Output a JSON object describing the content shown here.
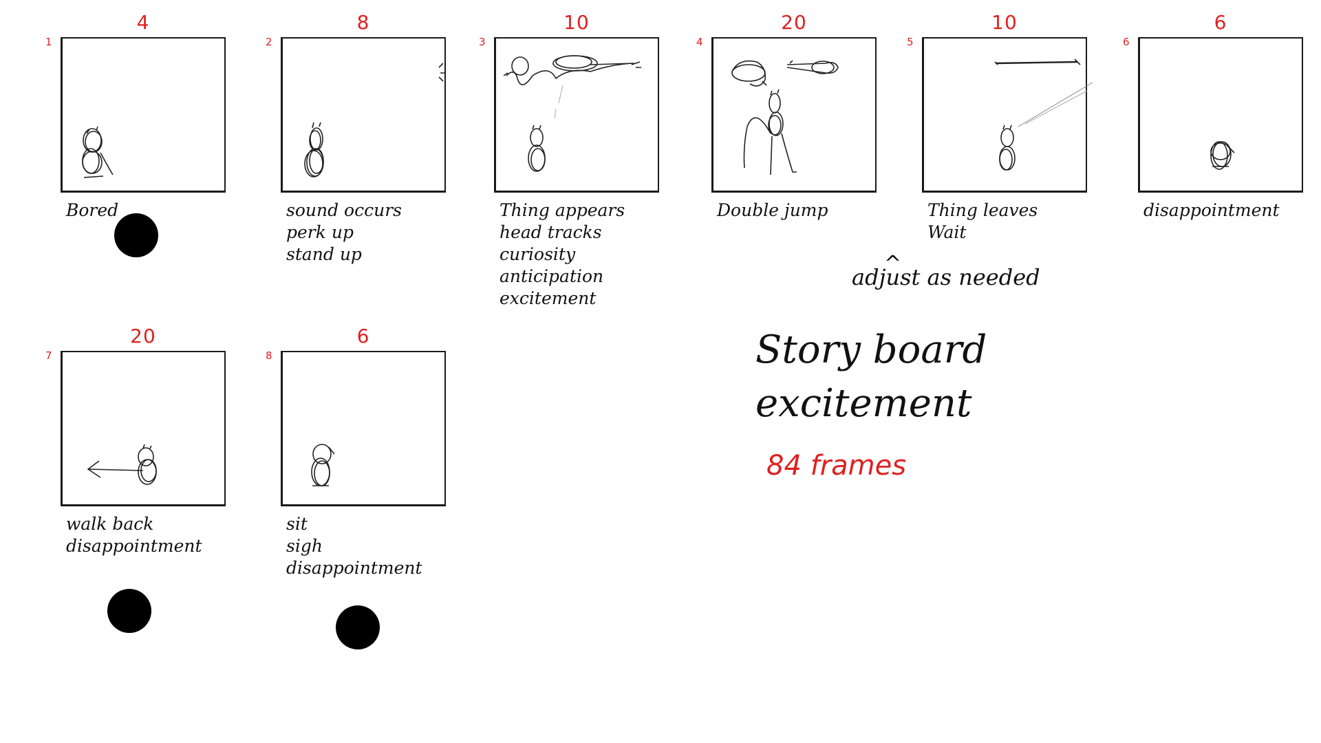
{
  "panels": [
    {
      "number": "1",
      "frames": "4",
      "caption": "Bored"
    },
    {
      "number": "2",
      "frames": "8",
      "caption": "sound occurs\nperk up\nstand up"
    },
    {
      "number": "3",
      "frames": "10",
      "caption": "Thing appears\nhead tracks\ncuriosity\nanticipation\nexcitement"
    },
    {
      "number": "4",
      "frames": "20",
      "caption": "Double jump"
    },
    {
      "number": "5",
      "frames": "10",
      "caption": "Thing leaves\nWait"
    },
    {
      "number": "6",
      "frames": "6",
      "caption": "disappointment"
    },
    {
      "number": "7",
      "frames": "20",
      "caption": "walk back\ndisappointment"
    },
    {
      "number": "8",
      "frames": "6",
      "caption": "sit\nsigh\ndisappointment"
    }
  ],
  "notes": {
    "adjust": "adjust as needed",
    "title": "Story board\nexcitement",
    "total": "84 frames"
  },
  "colors": {
    "annotation_red": "#e02020",
    "ink": "#111111",
    "background": "#ffffff"
  }
}
